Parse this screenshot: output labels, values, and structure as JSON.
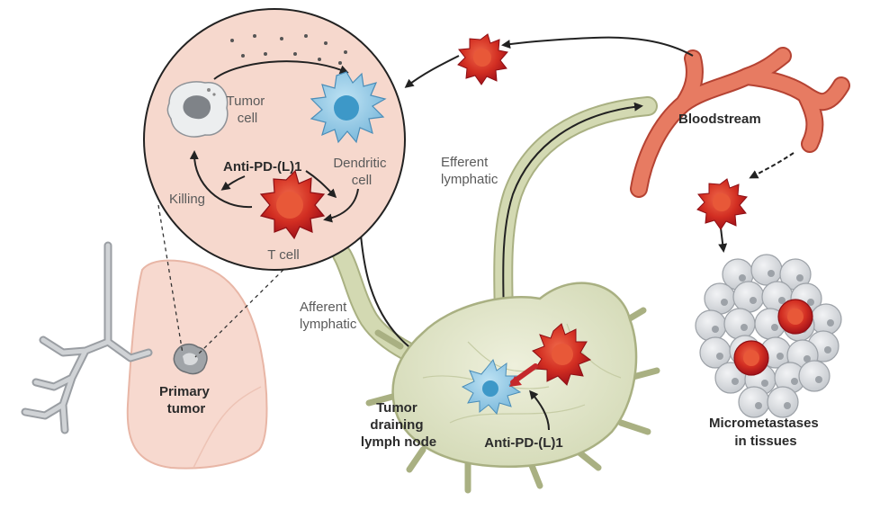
{
  "labels": {
    "tumor_cell": [
      "Tumor",
      "cell"
    ],
    "dendritic_cell": [
      "Dendritic",
      "cell"
    ],
    "anti_pdl1_inset": "Anti-PD-(L)1",
    "killing": "Killing",
    "t_cell": "T cell",
    "primary_tumor": [
      "Primary",
      "tumor"
    ],
    "afferent_lymphatic": [
      "Afferent",
      "lymphatic"
    ],
    "efferent_lymphatic": [
      "Efferent",
      "lymphatic"
    ],
    "bloodstream": "Bloodstream",
    "lymph_node": [
      "Tumor",
      "draining",
      "lymph node"
    ],
    "anti_pdl1_node": "Anti-PD-(L)1",
    "micrometastases": [
      "Micrometastases",
      "in tissues"
    ]
  },
  "colors": {
    "tcell_red": "#b5161c",
    "tcell_core": "#e04030",
    "dendritic_blue": "#7fbfe0",
    "dendritic_core": "#3d98c8",
    "inset_fill": "#f6d8cd",
    "lung_fill": "#f7d9cf",
    "node_fill": "#dfe4c4",
    "lymphatic_fill": "#cfd6ae",
    "blood_vessel": "#e0664d",
    "tissue_cell": "#d6d9de",
    "trachea": "#9a9ea3"
  }
}
